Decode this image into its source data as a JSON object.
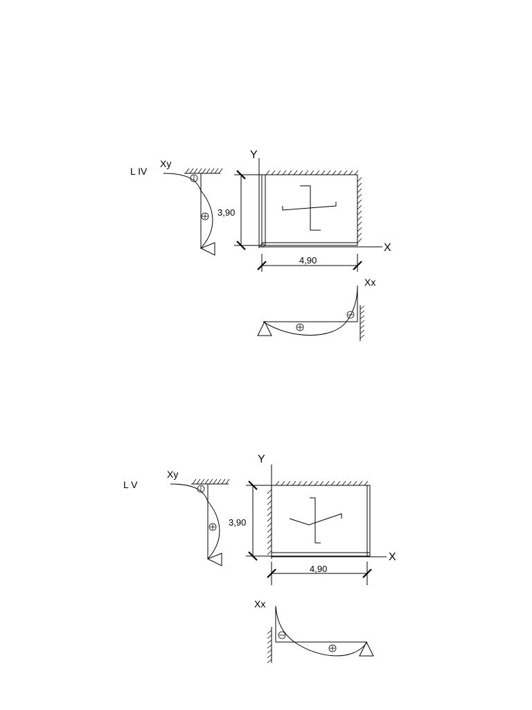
{
  "panel_iv": {
    "name": "L IV",
    "axis_y": "Y",
    "axis_x": "X",
    "dim_height": "3,90",
    "dim_width": "4,90",
    "moment_y_label": "Xy",
    "moment_x_label": "Xx"
  },
  "panel_v": {
    "name": "L V",
    "axis_y": "Y",
    "axis_x": "X",
    "dim_height": "3,90",
    "dim_width": "4,90",
    "moment_y_label": "Xy",
    "moment_x_label": "Xx"
  }
}
